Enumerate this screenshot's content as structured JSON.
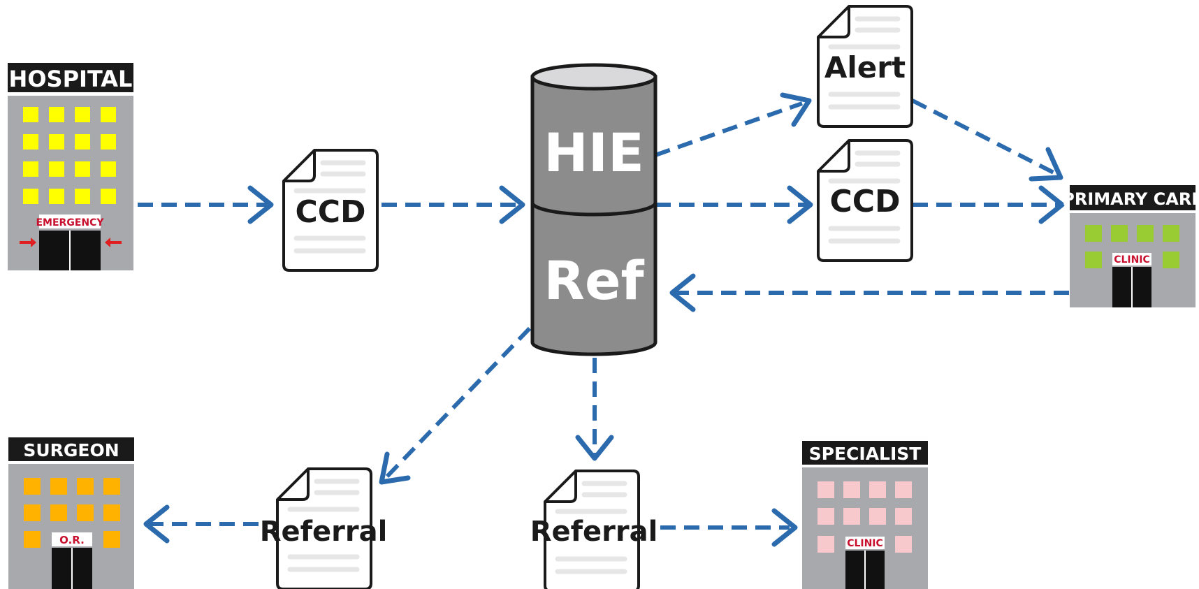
{
  "buildings": {
    "hospital": {
      "title": "HOSPITAL",
      "door_sign": "EMERGENCY",
      "window_color": "#ffff00"
    },
    "primary_care": {
      "title": "PRIMARY CARE",
      "door_sign": "CLINIC",
      "window_color": "#99cc33"
    },
    "surgeon": {
      "title": "SURGEON",
      "door_sign": "O.R.",
      "window_color": "#ffb300"
    },
    "specialist": {
      "title": "SPECIALIST",
      "door_sign": "CLINIC",
      "window_color": "#f7c9cc"
    }
  },
  "database": {
    "top_label": "HIE",
    "bottom_label": "Ref"
  },
  "documents": {
    "ccd_left": "CCD",
    "alert": "Alert",
    "ccd_right": "CCD",
    "referral_left": "Referral",
    "referral_right": "Referral"
  },
  "colors": {
    "arrow": "#2a6aad",
    "building_gray": "#a7a9ac",
    "cylinder_gray": "#8c8c8c",
    "sign_black": "#1a1a1a",
    "door_arrow_red": "#e02020"
  }
}
